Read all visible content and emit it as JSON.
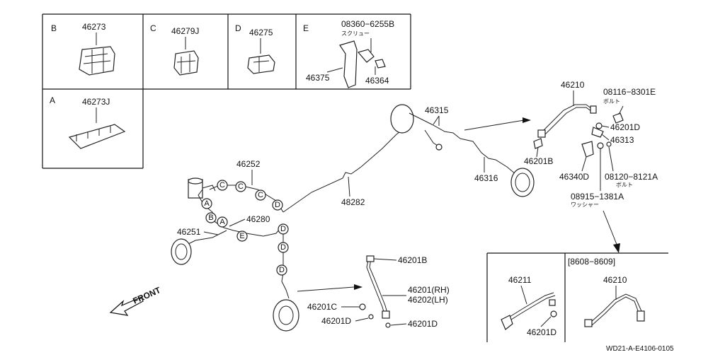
{
  "insets": {
    "B": {
      "letter": "B",
      "part": "46273"
    },
    "C": {
      "letter": "C",
      "part": "46279J"
    },
    "D": {
      "letter": "D",
      "part": "46275"
    },
    "E": {
      "letter": "E",
      "screw_part": "08360−6255B",
      "screw_note": "スクリュー",
      "bracket_part": "46375",
      "clip_part": "46364"
    },
    "A": {
      "letter": "A",
      "part": "46273J"
    }
  },
  "labels": {
    "p46315": "46315",
    "p46210_top": "46210",
    "p08116": "08116−8301E",
    "bolt_note_1": "ボルト",
    "p46201D_top": "46201D",
    "p46313": "46313",
    "p46201B_top": "46201B",
    "p46316": "46316",
    "p46340D": "46340D",
    "p08120": "08120−8121A",
    "bolt_note_2": "ボルト",
    "p08915": "08915−1381A",
    "washer_note": "ワッシャー",
    "p46252": "46252",
    "p48282": "48282",
    "p46280": "46280",
    "p46251": "46251",
    "p46201B_mid": "46201B",
    "p46201": "46201(RH)",
    "p46202": "46202(LH)",
    "p46201C": "46201C",
    "p46201D_left": "46201D",
    "p46201D_right": "46201D",
    "front": "FRONT",
    "variant_range": "[8608−8609]",
    "p46211": "46211",
    "p46210_variant": "46210",
    "p46201D_variant": "46201D",
    "drawing_code": "WD21-A-E4106-0105"
  },
  "clip_markers": {
    "c1": "C",
    "c2": "C",
    "c3": "C",
    "d1": "D",
    "d2": "D",
    "d3": "D",
    "d4": "D",
    "a1": "A",
    "a2": "A",
    "b1": "B",
    "e1": "E"
  }
}
